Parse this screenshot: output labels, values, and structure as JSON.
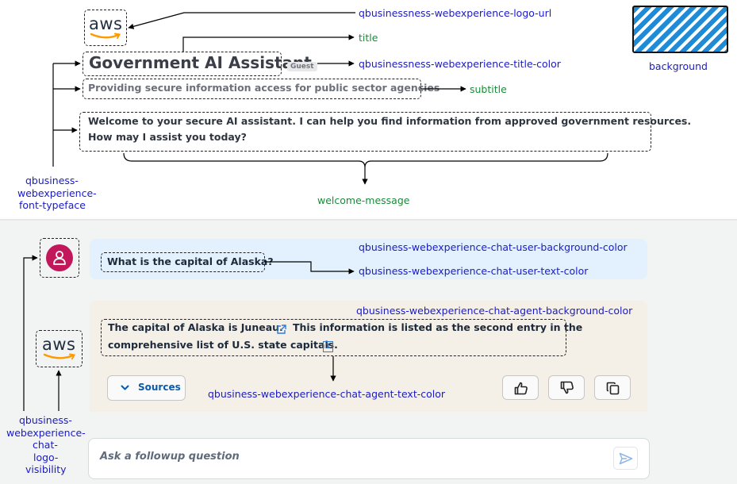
{
  "header": {
    "logo_text": "aws",
    "title": "Government AI Assistant",
    "guest_badge": "Guest",
    "subtitle": "Providing secure information access for public sector agencies",
    "welcome_line1": "Welcome to your secure AI assistant. I can help you find information from approved government resources.",
    "welcome_line2": "How may I assist you today?"
  },
  "annotations": {
    "logo_url": "qbusinessness-webexperience-logo-url",
    "title": "title",
    "title_color": "qbusinessness-webexperience-title-color",
    "background": "background",
    "subtitle": "subtitle",
    "font_typeface_1": "qbusiness-",
    "font_typeface_2": "webexperience-",
    "font_typeface_3": "font-typeface",
    "welcome_message": "welcome-message",
    "user_bg": "qbusiness-webexperience-chat-user-background-color",
    "user_text": "qbusiness-webexperience-chat-user-text-color",
    "agent_bg": "qbusiness-webexperience-chat-agent-background-color",
    "agent_text": "qbusiness-webexperience-chat-agent-text-color",
    "logo_vis_1": "qbusiness-",
    "logo_vis_2": "webexperience-",
    "logo_vis_3": "chat-",
    "logo_vis_4": "logo-",
    "logo_vis_5": "visibility"
  },
  "chat": {
    "user_message": "What is the capital of Alaska?",
    "agent_line1_a": "The capital of Alaska is Juneau.",
    "agent_line1_b": "This information is listed as the second entry in the",
    "agent_line2": "comprehensive list of U.S. state capitals.",
    "citation": "1",
    "sources_label": "Sources",
    "input_placeholder": "Ask a followup question",
    "agent_logo_text": "aws"
  },
  "colors": {
    "annotation_blue": "#1a1acb",
    "annotation_green": "#1b8a3a",
    "user_bubble": "#e2f1fd",
    "agent_bubble": "#f4f0e7",
    "avatar": "#c2185b",
    "background_swatch": "#1f8ad6"
  }
}
